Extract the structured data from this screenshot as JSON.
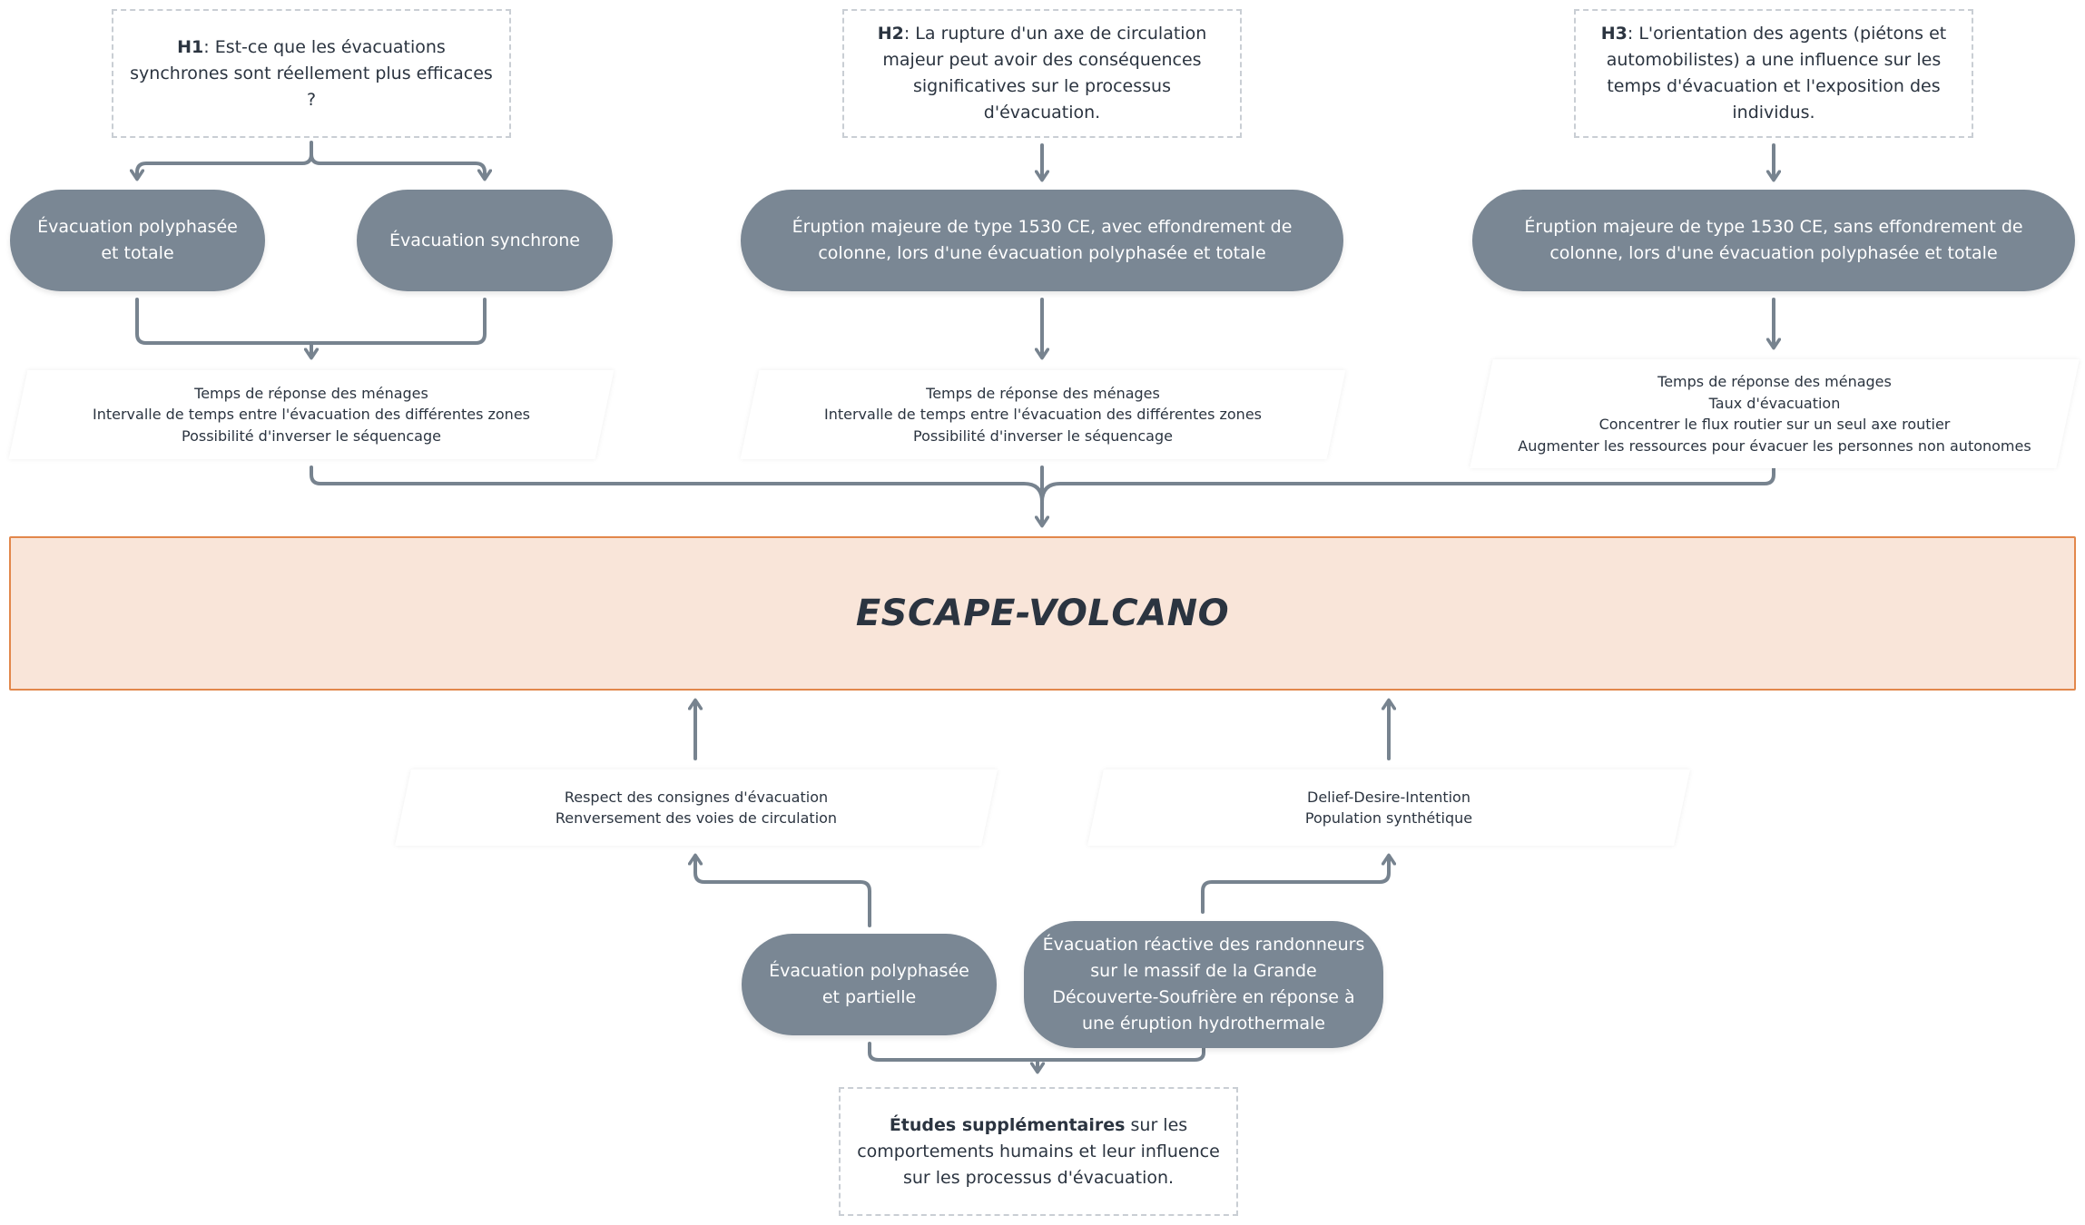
{
  "hypotheses": {
    "h1": {
      "label": "H1",
      "text": ": Est-ce que les évacuations synchrones sont réellement plus efficaces ?"
    },
    "h2": {
      "label": "H2",
      "text": ": La rupture d'un axe de circulation majeur peut avoir des conséquences significatives sur le processus d'évacuation."
    },
    "h3": {
      "label": "H3",
      "text": ": L'orientation des agents (piétons et automobilistes) a une influence sur les temps d'évacuation et l'exposition des individus."
    }
  },
  "scenarios": {
    "polyphase_totale": "Évacuation polyphasée et totale",
    "synchrone": "Évacuation synchrone",
    "eruption_avec": "Éruption majeure de type 1530 CE, avec effondrement de colonne, lors d'une évacuation polyphasée et totale",
    "eruption_sans": "Éruption majeure de type 1530 CE, sans effondrement de colonne, lors d'une évacuation polyphasée et totale",
    "polyphase_partielle": "Évacuation polyphasée et partielle",
    "randonneurs": "Évacuation réactive des randonneurs sur le massif  de la Grande Découverte-Soufrière en réponse à une éruption hydrothermale"
  },
  "parameters": {
    "p1": [
      "Temps de réponse des ménages",
      "Intervalle de temps  entre l'évacuation des différentes zones",
      "Possibilité d'inverser le séquencage"
    ],
    "p2": [
      "Temps de réponse des ménages",
      "Intervalle de temps  entre l'évacuation des différentes zones",
      "Possibilité d'inverser le séquencage"
    ],
    "p3": [
      "Temps de réponse des ménages",
      "Taux d'évacuation",
      "Concentrer le flux routier sur un seul axe routier",
      "Augmenter les ressources pour évacuer les personnes non autonomes"
    ],
    "p4": [
      "Respect des consignes d'évacuation",
      "Renversement des voies de circulation"
    ],
    "p5": [
      "Delief-Desire-Intention",
      "Population synthétique"
    ]
  },
  "model": {
    "name": "ESCAPE-VOLCANO"
  },
  "further_studies": {
    "bold": "Études supplémentaires",
    "text": " sur les comportements humains et leur influence sur les processus d'évacuation."
  },
  "colors": {
    "pill": "#7a8794",
    "connector": "#77838f",
    "model_fill": "#f9e5d9",
    "model_border": "#e2874b",
    "dashed_border": "#c9ced4"
  }
}
